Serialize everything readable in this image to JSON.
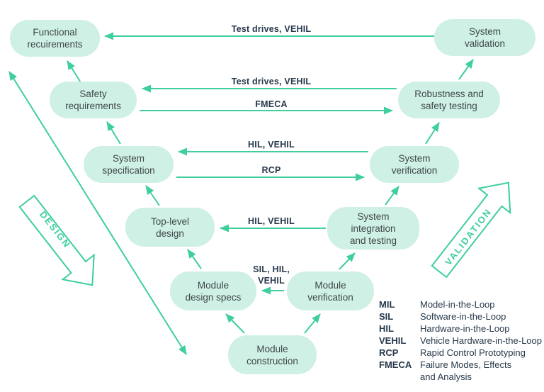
{
  "colors": {
    "accent_green": "#3ecf9b",
    "node_fill": "#cff0e5",
    "node_text": "#3f474a",
    "label_text": "#27394b"
  },
  "diagram": {
    "nodes": [
      {
        "id": "functional-requirements",
        "label": "Functional\nrecuirements"
      },
      {
        "id": "system-validation",
        "label": "System\nvalidation"
      },
      {
        "id": "safety-requirements",
        "label": "Safety\nrequirements"
      },
      {
        "id": "robustness-and-safety-testing",
        "label": "Robustness and\nsafety testing"
      },
      {
        "id": "system-specification",
        "label": "System\nspecification"
      },
      {
        "id": "system-verification",
        "label": "System\nverification"
      },
      {
        "id": "top-level-design",
        "label": "Top-level\ndesign"
      },
      {
        "id": "system-integration-and-testing",
        "label": "System\nintegration\nand testing"
      },
      {
        "id": "module-design-specs",
        "label": "Module\ndesign specs"
      },
      {
        "id": "module-verification",
        "label": "Module\nverification"
      },
      {
        "id": "module-construction",
        "label": "Module\nconstruction"
      }
    ],
    "flow_labels": [
      {
        "id": "validation-to-functional",
        "text": "Test drives, VEHIL"
      },
      {
        "id": "robustness-to-safety",
        "text": "Test drives, VEHIL"
      },
      {
        "id": "safety-to-robustness",
        "text": "FMECA"
      },
      {
        "id": "verification-to-specification",
        "text": "HIL, VEHIL"
      },
      {
        "id": "specification-to-verification",
        "text": "RCP"
      },
      {
        "id": "integration-to-toplevel",
        "text": "HIL, VEHIL"
      },
      {
        "id": "modverification-to-moddesign",
        "text": "SIL, HIL,\nVEHIL"
      }
    ],
    "side_arrows": {
      "design": "DESIGN",
      "validation": "VALIDATION"
    }
  },
  "legend": {
    "entries": [
      {
        "term": "MIL",
        "definition": "Model-in-the-Loop"
      },
      {
        "term": "SIL",
        "definition": "Software-in-the-Loop"
      },
      {
        "term": "HIL",
        "definition": "Hardware-in-the-Loop"
      },
      {
        "term": "VEHIL",
        "definition": "Vehicle Hardware-in-the-Loop"
      },
      {
        "term": "RCP",
        "definition": "Rapid Control Prototyping"
      },
      {
        "term": "FMECA",
        "definition": "Failure Modes, Effects\nand Analysis"
      }
    ]
  }
}
